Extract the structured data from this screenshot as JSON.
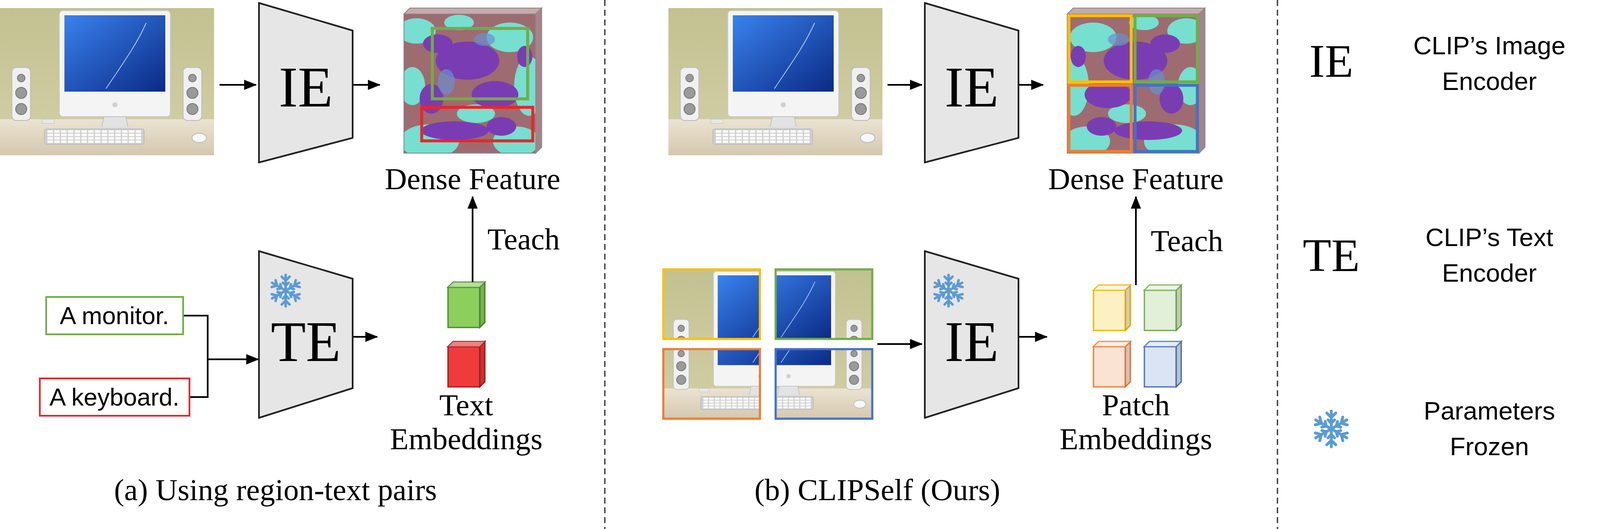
{
  "diagram": {
    "nodes": [
      {
        "text": [
          "IE"
        ]
      },
      {
        "text": [
          "Dense Feature"
        ]
      },
      {
        "text": [
          "A monitor."
        ]
      },
      {
        "text": [
          "A keyboard."
        ]
      },
      {
        "text": [
          "TE"
        ]
      },
      {
        "text": [
          "Text Embeddings"
        ]
      },
      {
        "text": [
          "IE"
        ]
      },
      {
        "text": [
          "Dense Feature"
        ]
      },
      {
        "text": [
          "IE"
        ]
      },
      {
        "text": [
          "Patch Embeddings"
        ]
      }
    ],
    "edges": [
      {
        "from": 0,
        "to": 1,
        "arrow": "to"
      },
      {
        "from": 2,
        "to": 4,
        "arrow": "to"
      },
      {
        "from": 3,
        "to": 4,
        "arrow": "to"
      },
      {
        "from": 4,
        "to": 5,
        "arrow": "to"
      },
      {
        "from": 5,
        "to": 1,
        "label": "Teach",
        "arrow": "to"
      },
      {
        "from": 6,
        "to": 7,
        "arrow": "to"
      },
      {
        "from": 8,
        "to": 9,
        "arrow": "to"
      },
      {
        "from": 9,
        "to": 7,
        "label": "Teach",
        "arrow": "to"
      }
    ],
    "labels": [
      "(a) Using region-text pairs",
      "(b) CLIPSelf (Ours)",
      "IE",
      "TE"
    ],
    "legend": [
      {
        "text": "CLIP’s Image Encoder"
      },
      {
        "text": "CLIP’s Text Encoder"
      },
      {
        "text": "Parameters Frozen"
      }
    ]
  }
}
